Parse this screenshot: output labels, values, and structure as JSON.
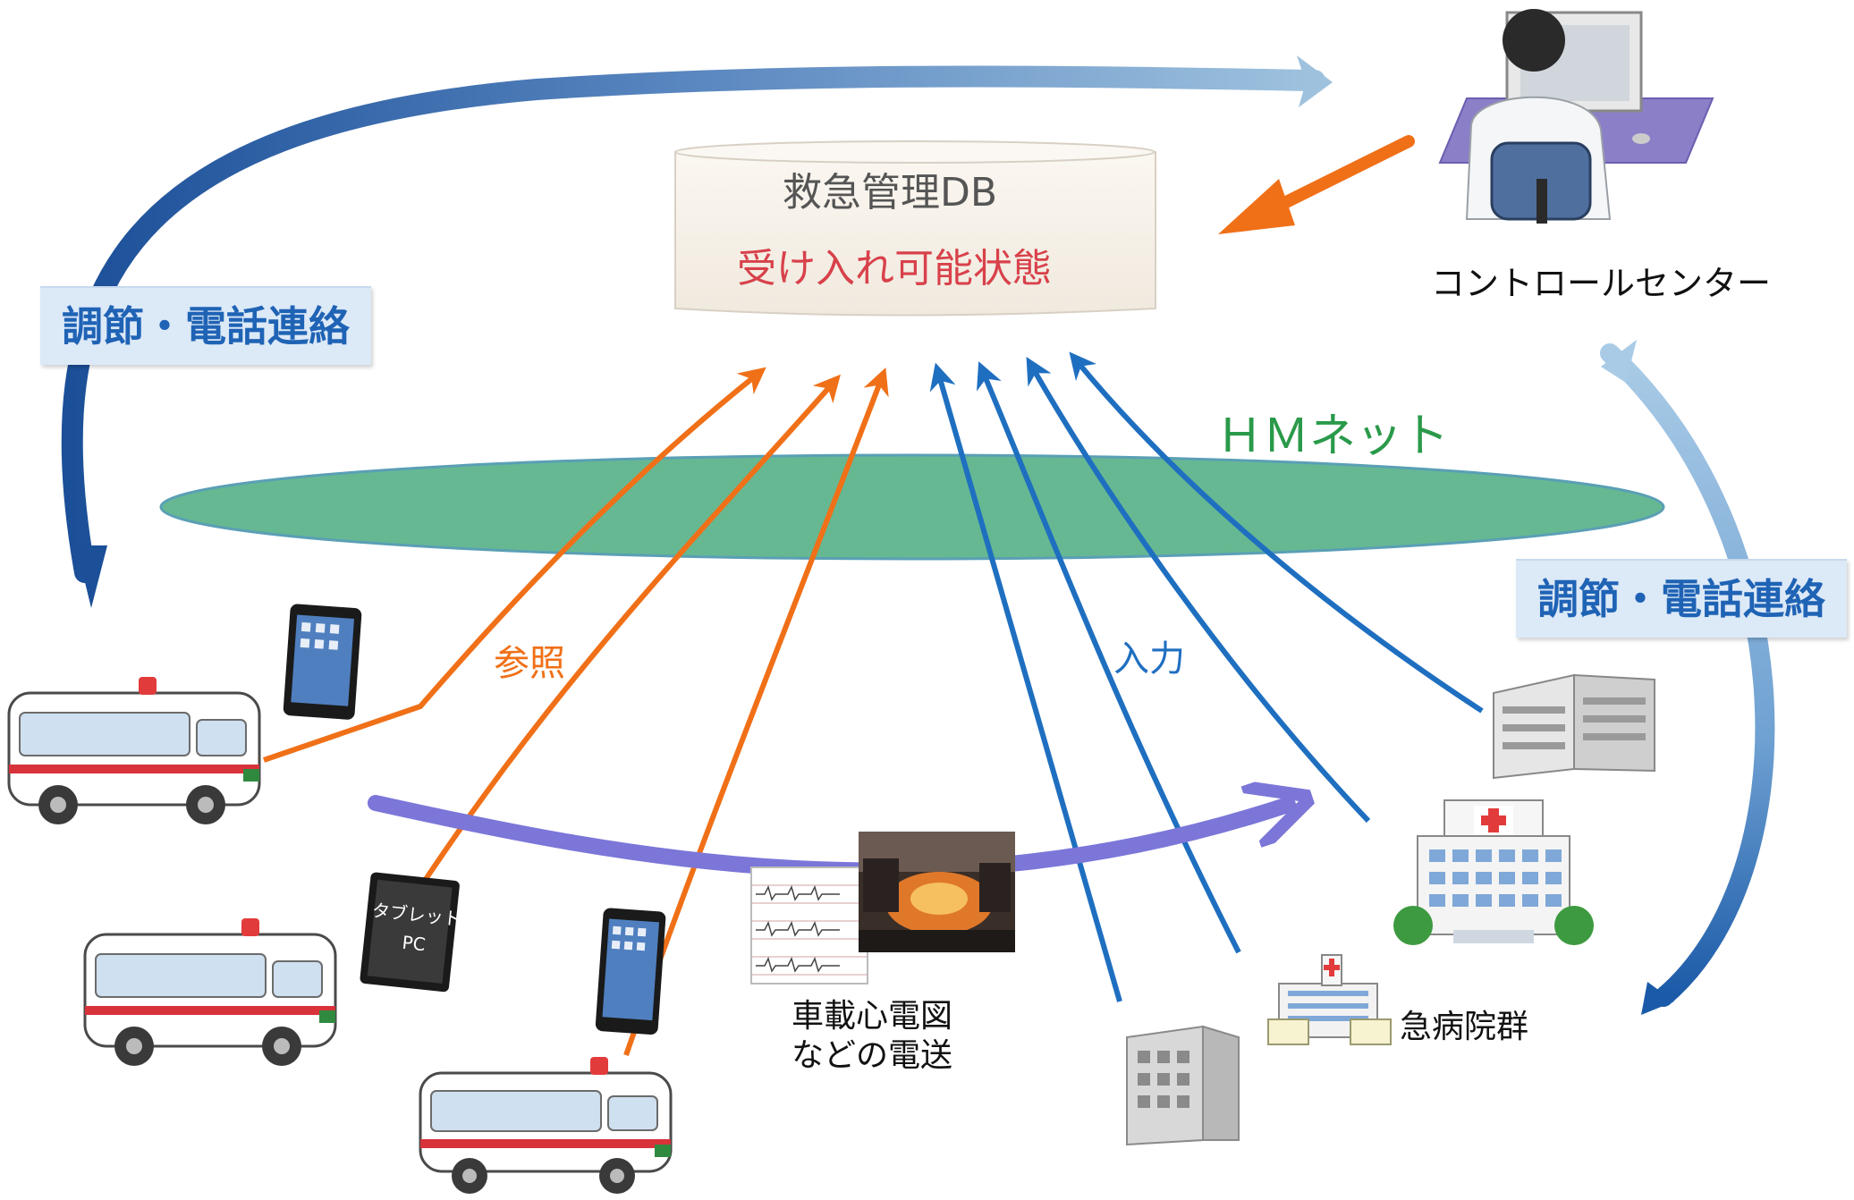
{
  "db": {
    "title": "救急管理DB",
    "status": "受け入れ可能状態"
  },
  "control_center": {
    "label": "コントロールセンター"
  },
  "network": {
    "label": "ＨＭネット"
  },
  "left_coordination": {
    "label": "調節・電話連絡"
  },
  "right_coordination": {
    "label": "調節・電話連絡"
  },
  "reference_label": "参照",
  "input_label": "入力",
  "tablet_pc_label": {
    "line1": "タブレット",
    "line2": "PC"
  },
  "transmission": {
    "line1": "車載心電図",
    "line2": "などの電送"
  },
  "hospitals": {
    "label": "急病院群"
  },
  "colors": {
    "orange_arrow": "#f07018",
    "blue_arrow": "#1f6fc0",
    "network_ellipse": "#66b893",
    "purple_arrow": "#7b76d8",
    "network_text": "#2a9a4a",
    "reference_text": "#f07018",
    "input_text": "#1f6fc0"
  }
}
